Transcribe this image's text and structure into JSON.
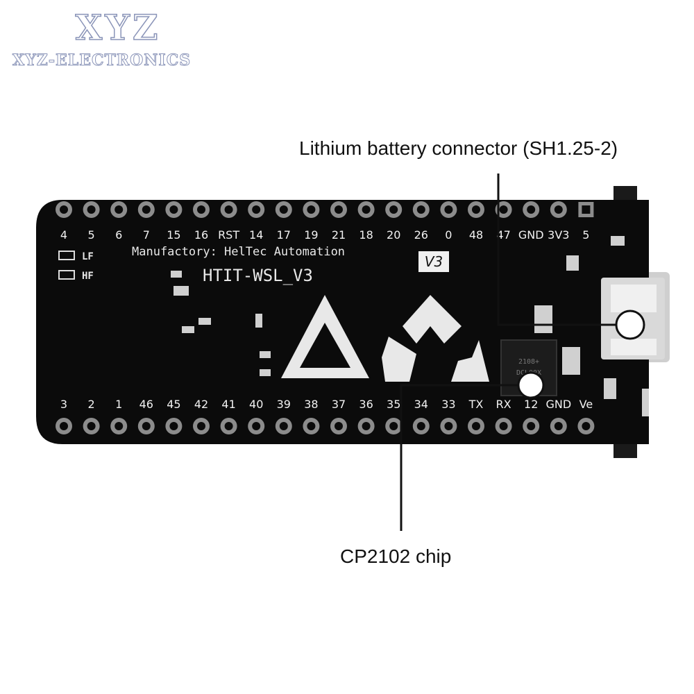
{
  "brand": {
    "logo_main": "XYZ",
    "logo_sub": "XYZ-ELECTRONICS"
  },
  "callouts": {
    "battery": "Lithium battery connector (SH1.25-2)",
    "chip": "CP2102 chip"
  },
  "board": {
    "manufactory": "Manufactory: HelTec Automation",
    "model": "HTIT-WSL_V3",
    "version": "V3",
    "lf": "LF",
    "hf": "HF",
    "chip_marking_1": "2108+",
    "chip_marking_2": "DCL00X",
    "top_pins": [
      "4",
      "5",
      "6",
      "7",
      "15",
      "16",
      "RST",
      "14",
      "17",
      "19",
      "21",
      "18",
      "20",
      "26",
      "0",
      "48",
      "47",
      "GND",
      "3V3",
      "5"
    ],
    "bottom_pins": [
      "3",
      "2",
      "1",
      "46",
      "45",
      "42",
      "41",
      "40",
      "39",
      "38",
      "37",
      "36",
      "35",
      "34",
      "33",
      "TX",
      "RX",
      "12",
      "GND",
      "Ve"
    ]
  },
  "colors": {
    "board": "#0b0b0b",
    "silkscreen": "#f2f2f2",
    "pad": "#8c8c8c",
    "callout_line": "#111111"
  }
}
